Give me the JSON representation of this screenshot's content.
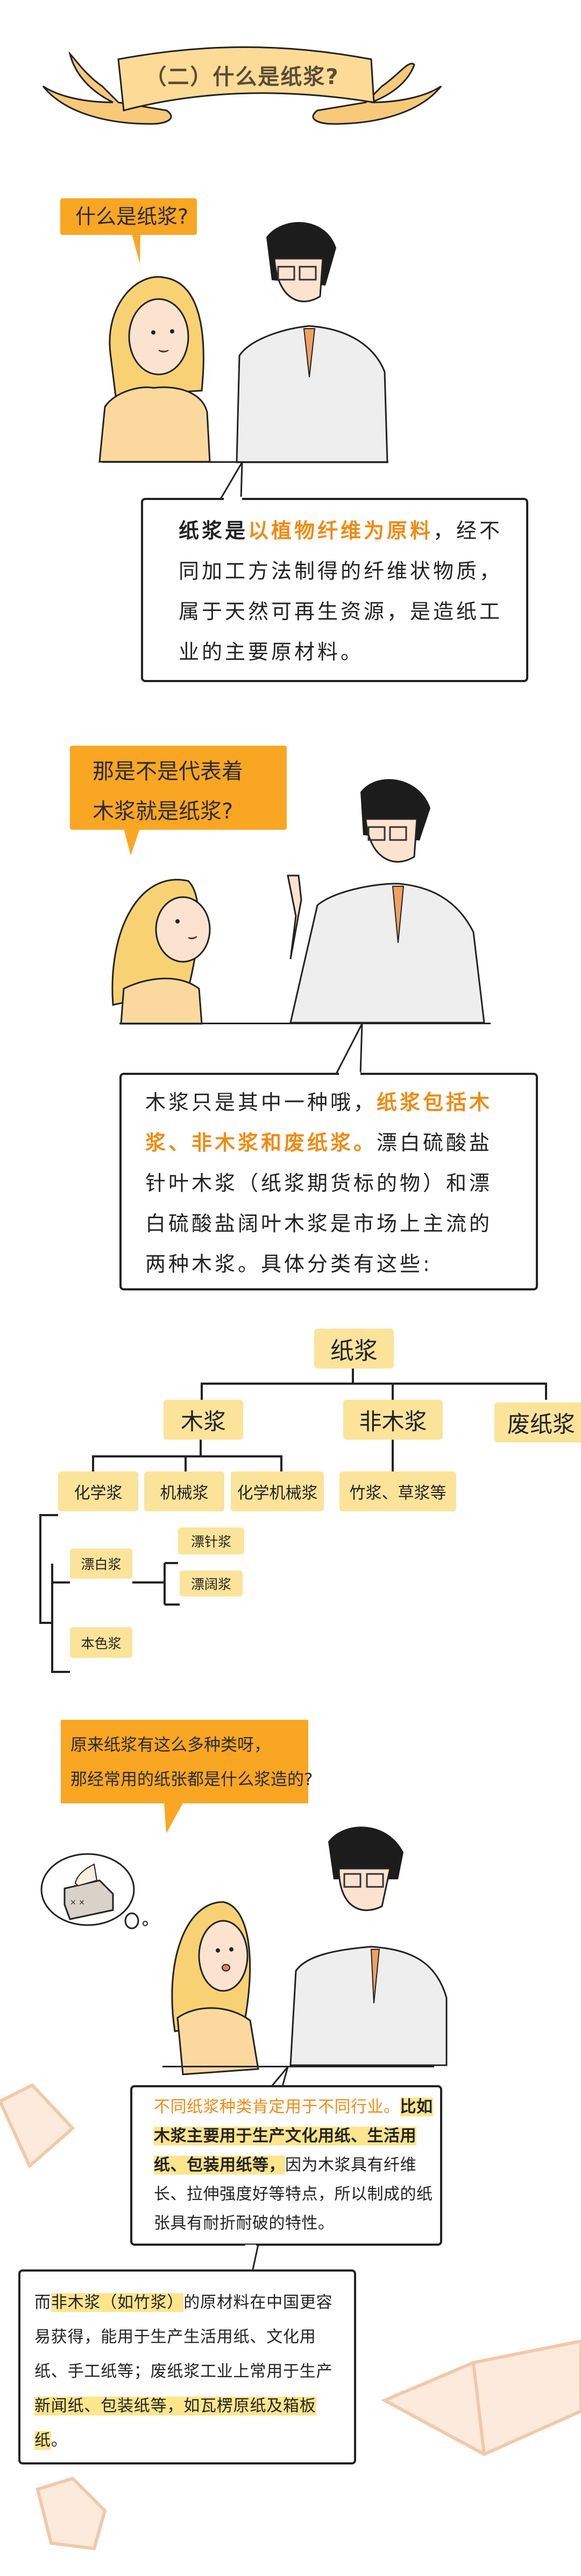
{
  "banner": {
    "title": "（二）什么是纸浆?"
  },
  "scene1": {
    "question": "什么是纸浆?",
    "answer": {
      "prefix": "纸浆是",
      "highlight": "以植物纤维为原料",
      "rest": "，经不同加工方法制得的纤维状物质，属于天然可再生资源，是造纸工业的主要原材料。"
    }
  },
  "scene2": {
    "question_lines": [
      "那是不是代表着",
      "木浆就是纸浆?"
    ],
    "answer": {
      "prefix": "木浆只是其中一种哦，",
      "highlight": "纸浆包括木浆、非木浆和废纸浆。",
      "rest": "漂白硫酸盐针叶木浆（纸浆期货标的物）和漂白硫酸盐阔叶木浆是市场上主流的两种木浆。具体分类有这些:"
    }
  },
  "tree": {
    "root": "纸浆",
    "level1": [
      "木浆",
      "非木浆",
      "废纸浆"
    ],
    "wood_children": [
      "化学浆",
      "机械浆",
      "化学机械浆"
    ],
    "nonwood_children": [
      "竹浆、草浆等"
    ],
    "chemical_children": [
      "漂白浆",
      "本色浆"
    ],
    "bleached_children": [
      "漂针浆",
      "漂阔浆"
    ]
  },
  "scene3": {
    "question_lines": [
      "原来纸浆有这么多种类呀，",
      "那经常用的纸张都是什么浆造的?"
    ],
    "answer1": {
      "orange": "不同纸浆种类肯定用于不同行业。",
      "bold_highlight": "比如木浆主要用于生产文化用纸、生活用纸、包装用纸等，",
      "rest": "因为木浆具有纤维长、拉伸强度好等特点，所以制成的纸张具有耐折耐破的特性。"
    },
    "answer2": {
      "p1": "而",
      "h1": "非木浆（如竹浆）",
      "p2": "的原材料在中国更容易获得，能用于生产生活用纸、文化用纸、手工纸等；废纸浆工业上常用于生产",
      "h2": "新闻纸、包装纸等，如瓦楞原纸及箱板纸",
      "p3": "。"
    }
  },
  "colors": {
    "orange": "#F9A623",
    "orange_text": "#F08A12",
    "node": "#FBE39A",
    "highlight": "#FDE58C"
  }
}
